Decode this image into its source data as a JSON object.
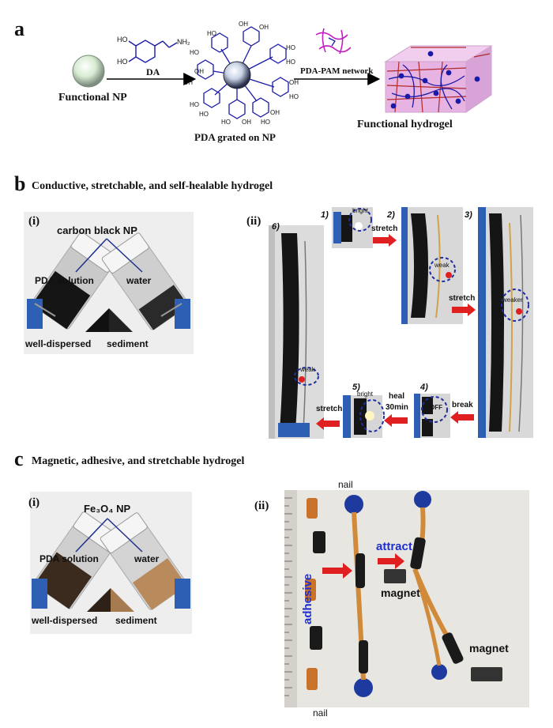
{
  "panel_a": {
    "letter": "a",
    "np_label": "Functional NP",
    "da_label": "DA",
    "pda_label": "PDA grated on NP",
    "network_label": "PDA-PAM network",
    "hydrogel_label": "Functional hydrogel",
    "dopamine": {
      "ho1": "HO",
      "ho2": "HO",
      "nh2": "NH₂"
    },
    "ho_labels": [
      "HO",
      "HO",
      "OH",
      "OH",
      "HO",
      "HO",
      "OH",
      "OH",
      "HO",
      "HO",
      "HO",
      "OH",
      "HO",
      "OH",
      "OH",
      "HO"
    ]
  },
  "panel_b": {
    "letter": "b",
    "title": "Conductive, stretchable, and self-healable hydrogel",
    "sub_i": "(i)",
    "sub_ii": "(ii)",
    "i_top": "carbon black NP",
    "i_left": "PDA solution",
    "i_right": "water",
    "i_bot_left": "well-dispersed",
    "i_bot_right": "sediment",
    "steps": [
      "1)",
      "2)",
      "3)",
      "4)",
      "5)",
      "6)"
    ],
    "bright1": "bright",
    "weak2": "weak",
    "weaker3": "weaker",
    "off4": "OFF",
    "bright5": "bright",
    "weak6": "weak",
    "arrow_stretch1": "stretch",
    "arrow_stretch2": "stretch",
    "arrow_break": "break",
    "arrow_heal1": "heal",
    "arrow_heal2": "30min",
    "arrow_stretch3": "stretch"
  },
  "panel_c": {
    "letter": "c",
    "title": "Magnetic, adhesive, and stretchable hydrogel",
    "sub_i": "(i)",
    "sub_ii": "(ii)",
    "i_top": "Fe₃O₄ NP",
    "i_left": "PDA solution",
    "i_right": "water",
    "i_bot_left": "well-dispersed",
    "i_bot_right": "sediment",
    "nail_top": "nail",
    "nail_bottom": "nail",
    "adhesive": "adhesive",
    "attract": "attract",
    "magnet1": "magnet",
    "magnet2": "magnet"
  },
  "colors": {
    "blue_arrow": "#1f2f8c",
    "red_arrow": "#e02020",
    "dashed_circle": "#1f2fa0",
    "chem_blue": "#1a1aa8",
    "label_blue": "#1f2fd0",
    "hydrogel_pink": "#e7b3e3"
  }
}
